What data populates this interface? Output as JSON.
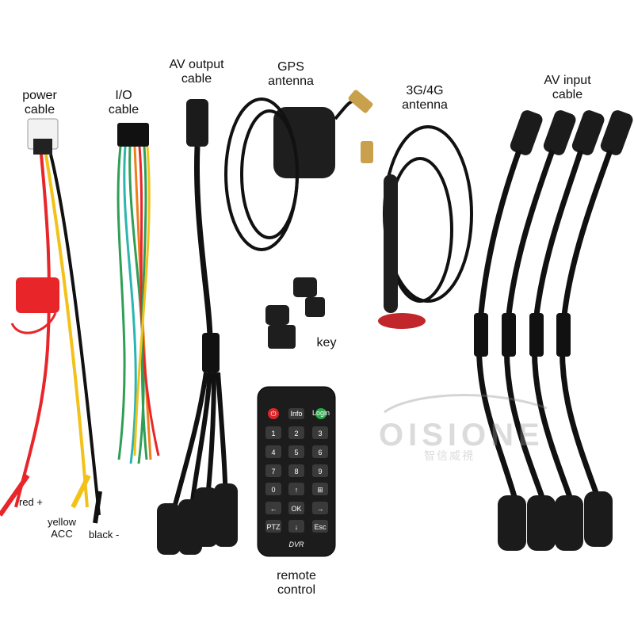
{
  "labels": {
    "power_cable": [
      "power",
      "cable"
    ],
    "io_cable": [
      "I/O",
      "cable"
    ],
    "av_output_cable": [
      "AV output",
      "cable"
    ],
    "gps_antenna": [
      "GPS",
      "antenna"
    ],
    "g34_antenna": [
      "3G/4G",
      "antenna"
    ],
    "av_input_cable": [
      "AV input",
      "cable"
    ],
    "key": "key",
    "remote_control": [
      "remote",
      "control"
    ],
    "red": "red +",
    "yellow": [
      "yellow",
      "ACC"
    ],
    "black": "black -"
  },
  "remote": {
    "top": [
      "",
      "Info",
      "Login"
    ],
    "keys": [
      "1",
      "2",
      "3",
      "4",
      "5",
      "6",
      "7",
      "8",
      "9",
      "0",
      "↑",
      "⊞",
      "←",
      "OK",
      "→",
      "PTZ",
      "↓",
      "Esc"
    ],
    "brand": "DVR"
  },
  "watermark": {
    "name": "OISIONE",
    "cn": "智信威視"
  },
  "colors": {
    "background": "#ffffff",
    "cable": "#111111",
    "red_wire": "#e8262a",
    "yellow_wire": "#f2c21a",
    "green_wire": "#2f9e56",
    "teal_wire": "#2bb5b0",
    "orange_wire": "#f07f1b",
    "red_button": "#d9262a",
    "green_button": "#29a84a"
  }
}
